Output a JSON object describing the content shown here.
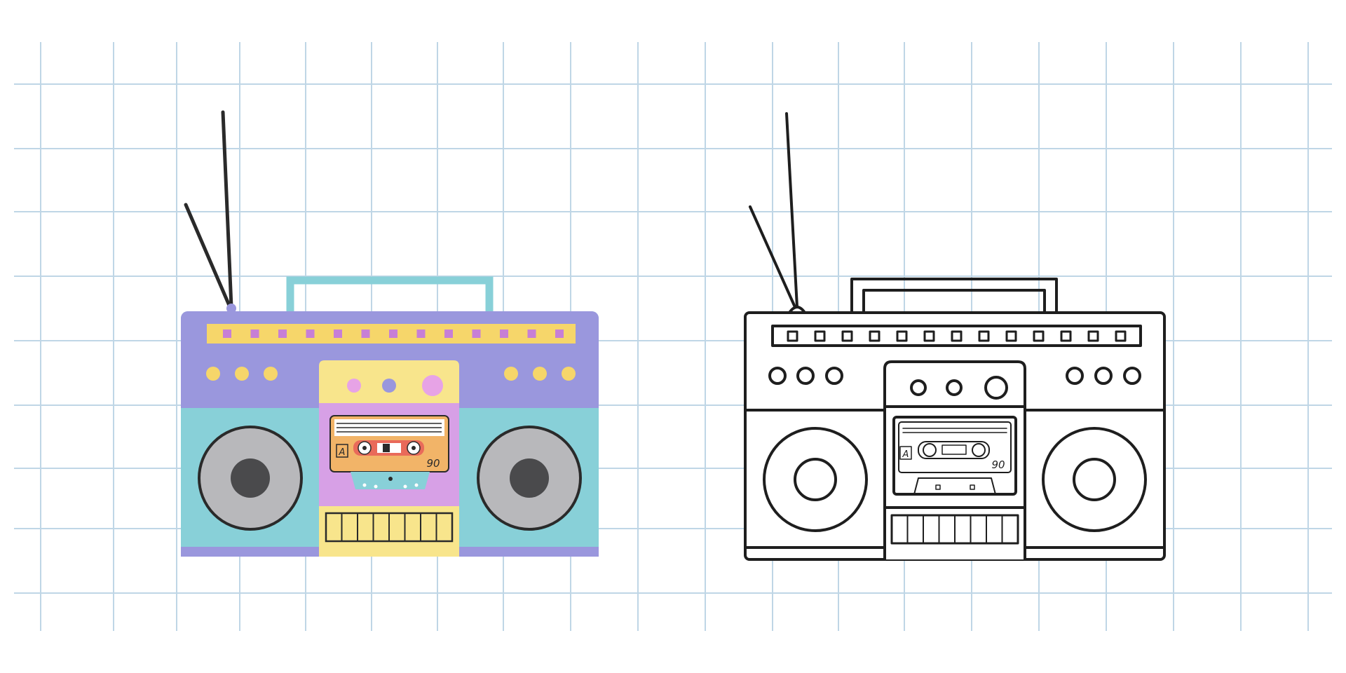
{
  "grid": {
    "line_color": "#bfd6e6"
  },
  "boombox_color": {
    "colors": {
      "body_top": "#9a97dd",
      "body_bottom": "#88d0d8",
      "handle": "#88d0d8",
      "stripe": "#f6d66a",
      "stripe_squares": "#c77fd6",
      "buttons_left_right": "#f6d66a",
      "deck_top": "#f8e58c",
      "deck_mid": "#d7a0e6",
      "deck_bottom": "#f8e58c",
      "speaker_ring": "#b8b8bb",
      "speaker_cone": "#4a4a4c",
      "cassette_label": "#f2b468",
      "cassette_window": "#e96a5a",
      "cassette_bottom": "#88d0d8",
      "knob_pink": "#e7a3e6",
      "knob_blue": "#9a97dd",
      "antenna": "#2a2a2a"
    },
    "cassette_side": "A",
    "cassette_number": "90"
  },
  "boombox_outline": {
    "colors": {
      "stroke": "#1e1e1e",
      "fill": "#ffffff"
    },
    "cassette_side": "A",
    "cassette_number": "90"
  }
}
